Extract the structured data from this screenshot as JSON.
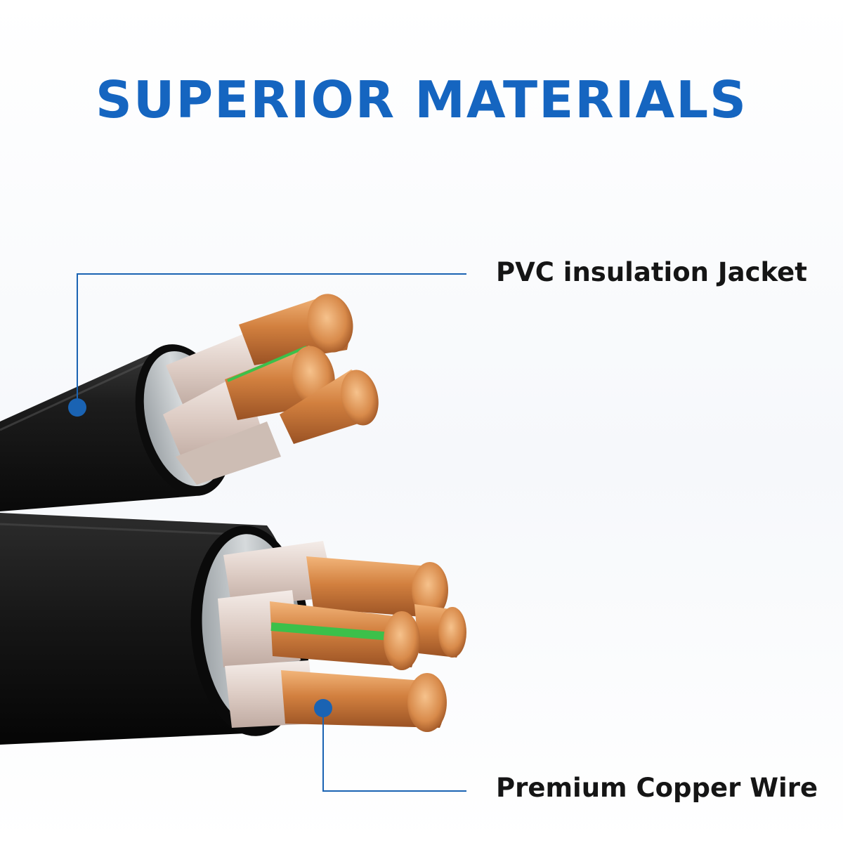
{
  "headline": {
    "text": "SUPERIOR MATERIALS",
    "color": "#1565c0"
  },
  "callouts": {
    "jacket": {
      "label": "PVC insulation Jacket"
    },
    "copper": {
      "label": "Premium Copper Wire"
    },
    "line_color": "#1a63b3"
  },
  "photo": {
    "subject": "two black multi-core power cables with stripped copper conductors",
    "jacket_color": "#141414",
    "insulation_color": "#e8dcd6",
    "copper_color": "#c8783c",
    "stripe_color": "#3cc04a",
    "background_color": "#f4f6f9"
  }
}
